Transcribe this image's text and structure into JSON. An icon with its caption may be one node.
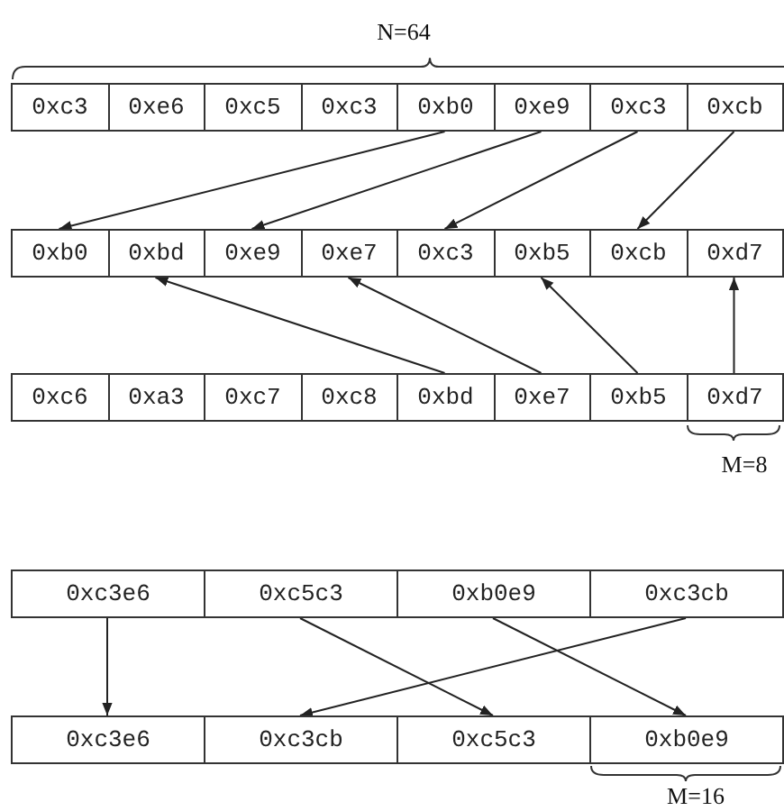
{
  "diagram": {
    "nodes": [
      {
        "text": [
          "0xc3"
        ]
      },
      {
        "text": [
          "0xe6"
        ]
      },
      {
        "text": [
          "0xc5"
        ]
      },
      {
        "text": [
          "0xc3"
        ]
      },
      {
        "text": [
          "0xb0"
        ]
      },
      {
        "text": [
          "0xe9"
        ]
      },
      {
        "text": [
          "0xc3"
        ]
      },
      {
        "text": [
          "0xcb"
        ]
      },
      {
        "text": [
          "0xb0"
        ]
      },
      {
        "text": [
          "0xbd"
        ]
      },
      {
        "text": [
          "0xe9"
        ]
      },
      {
        "text": [
          "0xe7"
        ]
      },
      {
        "text": [
          "0xc3"
        ]
      },
      {
        "text": [
          "0xb5"
        ]
      },
      {
        "text": [
          "0xcb"
        ]
      },
      {
        "text": [
          "0xd7"
        ]
      },
      {
        "text": [
          "0xc6"
        ]
      },
      {
        "text": [
          "0xa3"
        ]
      },
      {
        "text": [
          "0xc7"
        ]
      },
      {
        "text": [
          "0xc8"
        ]
      },
      {
        "text": [
          "0xbd"
        ]
      },
      {
        "text": [
          "0xe7"
        ]
      },
      {
        "text": [
          "0xb5"
        ]
      },
      {
        "text": [
          "0xd7"
        ]
      },
      {
        "text": [
          "0xc3e6"
        ]
      },
      {
        "text": [
          "0xc5c3"
        ]
      },
      {
        "text": [
          "0xb0e9"
        ]
      },
      {
        "text": [
          "0xc3cb"
        ]
      },
      {
        "text": [
          "0xc3e6"
        ]
      },
      {
        "text": [
          "0xc3cb"
        ]
      },
      {
        "text": [
          "0xc5c3"
        ]
      },
      {
        "text": [
          "0xb0e9"
        ]
      }
    ],
    "edges": [
      {
        "from": 4,
        "to": 8,
        "arrow": "to"
      },
      {
        "from": 5,
        "to": 10,
        "arrow": "to"
      },
      {
        "from": 6,
        "to": 12,
        "arrow": "to"
      },
      {
        "from": 7,
        "to": 14,
        "arrow": "to"
      },
      {
        "from": 20,
        "to": 9,
        "arrow": "to"
      },
      {
        "from": 21,
        "to": 11,
        "arrow": "to"
      },
      {
        "from": 22,
        "to": 13,
        "arrow": "to"
      },
      {
        "from": 23,
        "to": 15,
        "arrow": "to"
      },
      {
        "from": 24,
        "to": 28,
        "arrow": "to"
      },
      {
        "from": 25,
        "to": 30,
        "arrow": "to"
      },
      {
        "from": 26,
        "to": 31,
        "arrow": "to"
      },
      {
        "from": 27,
        "to": 29,
        "arrow": "to"
      }
    ],
    "labels": [
      "N=64",
      "M=8",
      "M=16"
    ]
  }
}
